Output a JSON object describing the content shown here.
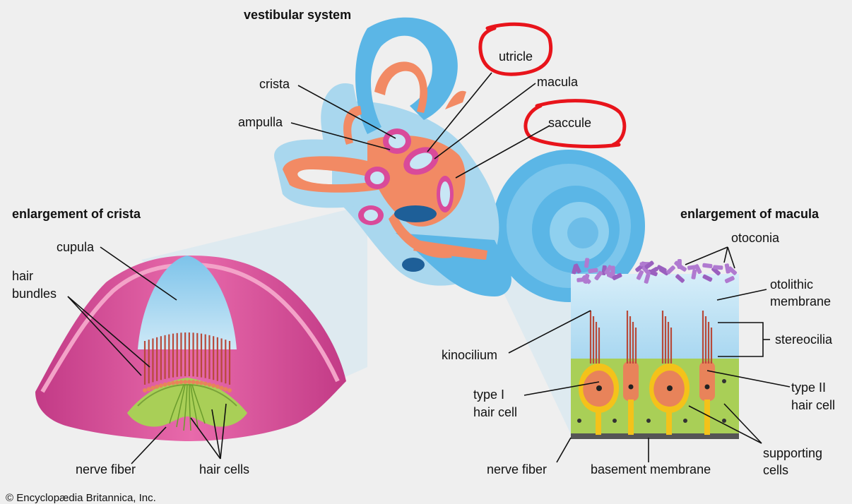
{
  "headings": {
    "vestibular_system": "vestibular system",
    "enlargement_crista": "enlargement of crista",
    "enlargement_macula": "enlargement of macula"
  },
  "labels": {
    "utricle": "utricle",
    "crista": "crista",
    "macula": "macula",
    "ampulla": "ampulla",
    "saccule": "saccule",
    "cupula": "cupula",
    "hair_bundles_1": "hair",
    "hair_bundles_2": "bundles",
    "nerve_fiber_crista": "nerve fiber",
    "hair_cells": "hair cells",
    "otoconia": "otoconia",
    "otolithic_membrane_1": "otolithic",
    "otolithic_membrane_2": "membrane",
    "stereocilia": "stereocilia",
    "kinocilium": "kinocilium",
    "type1_1": "type I",
    "type1_2": "hair cell",
    "type2_1": "type II",
    "type2_2": "hair cell",
    "supporting_1": "supporting",
    "supporting_2": "cells",
    "nerve_fiber_macula": "nerve fiber",
    "basement_membrane": "basement membrane"
  },
  "copyright": "© Encyclopædia Britannica, Inc.",
  "colors": {
    "background": "#efefef",
    "labyrinth_blue": "#5bb6e6",
    "endolymph_orange": "#f28a64",
    "crista_pink": "#d94a9a",
    "cupula_blue": "#a8d8f2",
    "hair_cell_orange": "#e8835a",
    "type1_yellow": "#f4c21a",
    "support_green": "#a9cf57",
    "otoconia_purple": "#b07ad0",
    "highlight_red": "#e8141b"
  }
}
